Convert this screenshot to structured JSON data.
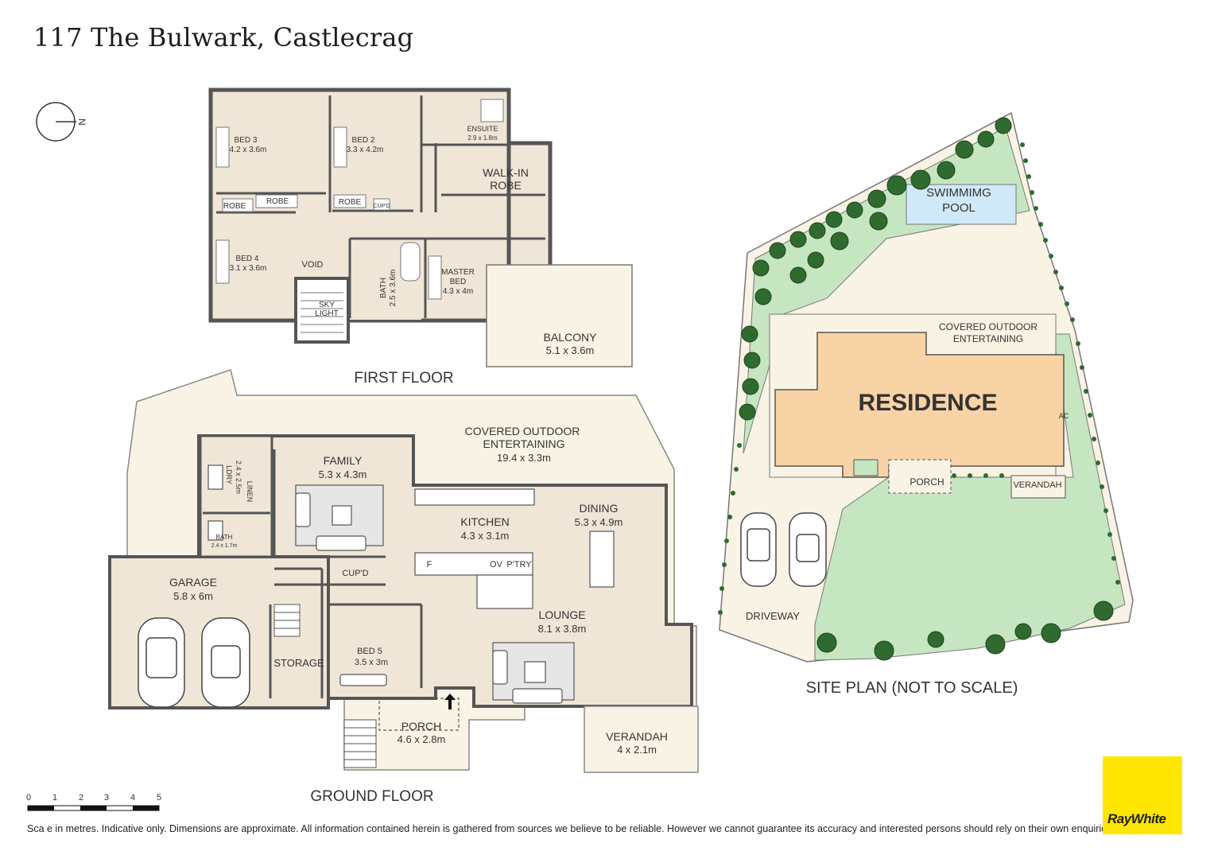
{
  "title": "117 The Bulwark, Castlecrag",
  "north_label": "N",
  "floor_labels": {
    "first": "FIRST FLOOR",
    "ground": "GROUND FLOOR",
    "site": "SITE PLAN (NOT TO SCALE)"
  },
  "first_floor": {
    "bed3": {
      "name": "BED 3",
      "dims": "4.2 x 3.6m"
    },
    "bed2": {
      "name": "BED 2",
      "dims": "3.3 x 4.2m"
    },
    "ensuite": {
      "name": "ENSUITE",
      "dims": "2.9 x 1.8m"
    },
    "walkin": {
      "line1": "WALK-IN",
      "line2": "ROBE"
    },
    "robe_a": "ROBE",
    "robe_b": "ROBE",
    "robe_c": "ROBE",
    "cupd": "CUP'D",
    "bed4": {
      "name": "BED 4",
      "dims": "3.1 x 3.6m"
    },
    "void": "VOID",
    "sky": {
      "line1": "SKY",
      "line2": "LIGHT"
    },
    "bath": {
      "name": "BATH",
      "dims": "2.5 x 3.6m"
    },
    "master": {
      "line1": "MASTER",
      "line2": "BED",
      "dims": "4.3 x 4m"
    },
    "balcony": {
      "name": "BALCONY",
      "dims": "5.1 x 3.6m"
    }
  },
  "ground_floor": {
    "outdoor": {
      "line1": "COVERED OUTDOOR",
      "line2": "ENTERTAINING",
      "dims": "19.4 x 3.3m"
    },
    "family": {
      "name": "FAMILY",
      "dims": "5.3 x 4.3m"
    },
    "ldry": {
      "name": "LDRY",
      "dims": "2.4 x 2.5m"
    },
    "linen": "LINEN",
    "bath": {
      "name": "BATH",
      "dims": "2.4 x 1.7m"
    },
    "kitchen": {
      "name": "KITCHEN",
      "dims": "4.3 x 3.1m"
    },
    "dining": {
      "name": "DINING",
      "dims": "5.3 x 4.9m"
    },
    "appliances": {
      "fridge": "F",
      "oven": "OV",
      "pantry": "P'TRY"
    },
    "cupd": "CUP'D",
    "garage": {
      "name": "GARAGE",
      "dims": "5.8 x 6m"
    },
    "storage": "STORAGE",
    "bed5": {
      "name": "BED 5",
      "dims": "3.5 x 3m"
    },
    "lounge": {
      "name": "LOUNGE",
      "dims": "8.1 x 3.8m"
    },
    "porch": {
      "name": "PORCH",
      "dims": "4.6 x 2.8m"
    },
    "verandah": {
      "name": "VERANDAH",
      "dims": "4 x 2.1m"
    }
  },
  "site_plan": {
    "pool": {
      "line1": "SWIMMIMG",
      "line2": "POOL"
    },
    "outdoor": {
      "line1": "COVERED OUTDOOR",
      "line2": "ENTERTAINING"
    },
    "residence": "RESIDENCE",
    "ac": "AC",
    "porch": "PORCH",
    "verandah": "VERANDAH",
    "driveway": "DRIVEWAY"
  },
  "scale": {
    "ticks": [
      "0",
      "1",
      "2",
      "3",
      "4",
      "5"
    ]
  },
  "disclaimer": "Sca e in metres. Indicative only. Dimensions are approximate. All information contained herein is gathered from sources we believe to be reliable. However we cannot guarantee its accuracy and interested persons should rely on their own enquiries.",
  "logo": "RayWhite",
  "colors": {
    "room": "#f0e6d8",
    "outdoor": "#f8f3e4",
    "lawn": "#c6e6c2",
    "pool": "#cfe9f8",
    "residence": "#f8d3a6",
    "brand": "#ffe600",
    "wall": "#555555"
  }
}
